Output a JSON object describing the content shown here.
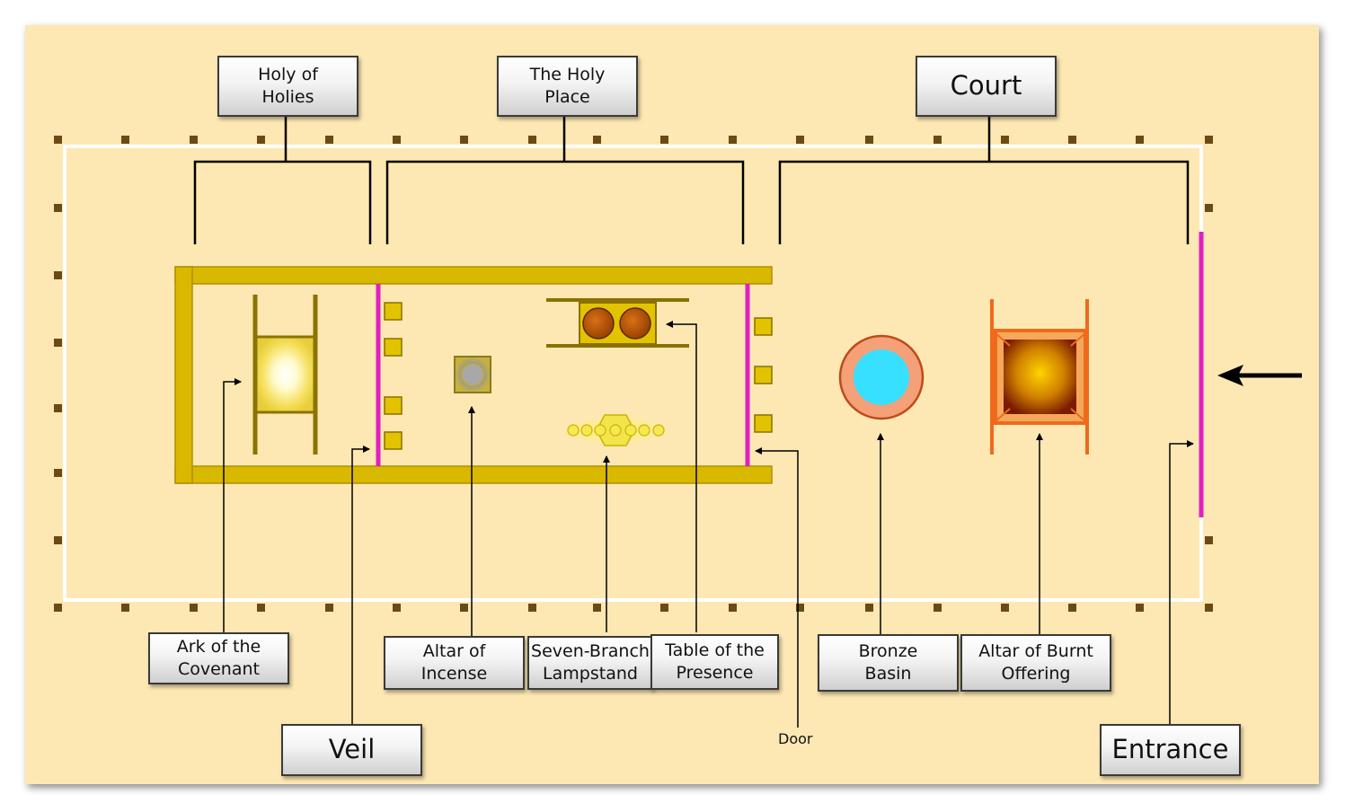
{
  "labels": {
    "holy_of_holies": "Holy of\nHolies",
    "holy_place": "The Holy\nPlace",
    "court": "Court",
    "ark": "Ark of the\nCovenant",
    "veil": "Veil",
    "altar_incense": "Altar of\nIncense",
    "lampstand": "Seven-Branch\nLampstand",
    "table_presence": "Table of the\nPresence",
    "door": "Door",
    "bronze_basin": "Bronze\nBasin",
    "altar_burnt": "Altar of Burnt\nOffering",
    "entrance": "Entrance"
  },
  "colors": {
    "background": "#fde8b3",
    "tabernacle_wall": "#d9b800",
    "veil": "#e020c0",
    "court_fence": "#ffffff",
    "post": "#6b4a14",
    "basin_outer": "#f4a078",
    "basin_inner": "#38e0ff",
    "altar_frame": "#f06a1c",
    "bread": "#c05a0a"
  },
  "icons": [
    "arrow-left-icon"
  ]
}
